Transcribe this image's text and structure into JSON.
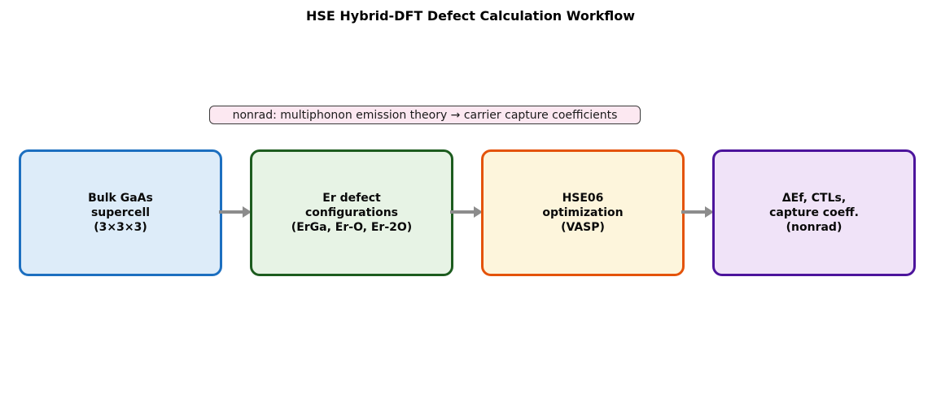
{
  "title": "HSE Hybrid-DFT Defect Calculation Workflow",
  "note": {
    "text": "nonrad: multiphonon emission theory → carrier capture coefficients",
    "fill_color": "#fce8f1",
    "border_color": "#3a3a3a"
  },
  "steps": [
    {
      "id": "bulk-gaas-supercell",
      "lines": [
        "Bulk GaAs",
        "supercell",
        "(3×3×3)"
      ],
      "border_color": "#1c6fc0",
      "fill_color": "#ddecf9"
    },
    {
      "id": "er-defect-configurations",
      "lines": [
        "Er defect",
        "configurations",
        "(ErGa, Er-O, Er-2O)"
      ],
      "border_color": "#1d5c1f",
      "fill_color": "#e7f3e5"
    },
    {
      "id": "hse06-optimization",
      "lines": [
        "HSE06",
        "optimization",
        "(VASP)"
      ],
      "border_color": "#e4530a",
      "fill_color": "#fdf5dc"
    },
    {
      "id": "results-capture-coefficients",
      "lines": [
        "ΔEf, CTLs,",
        "capture coeff.",
        "(nonrad)"
      ],
      "border_color": "#4c149c",
      "fill_color": "#f0e3f8"
    }
  ],
  "arrow_color": "#8c8c8c"
}
